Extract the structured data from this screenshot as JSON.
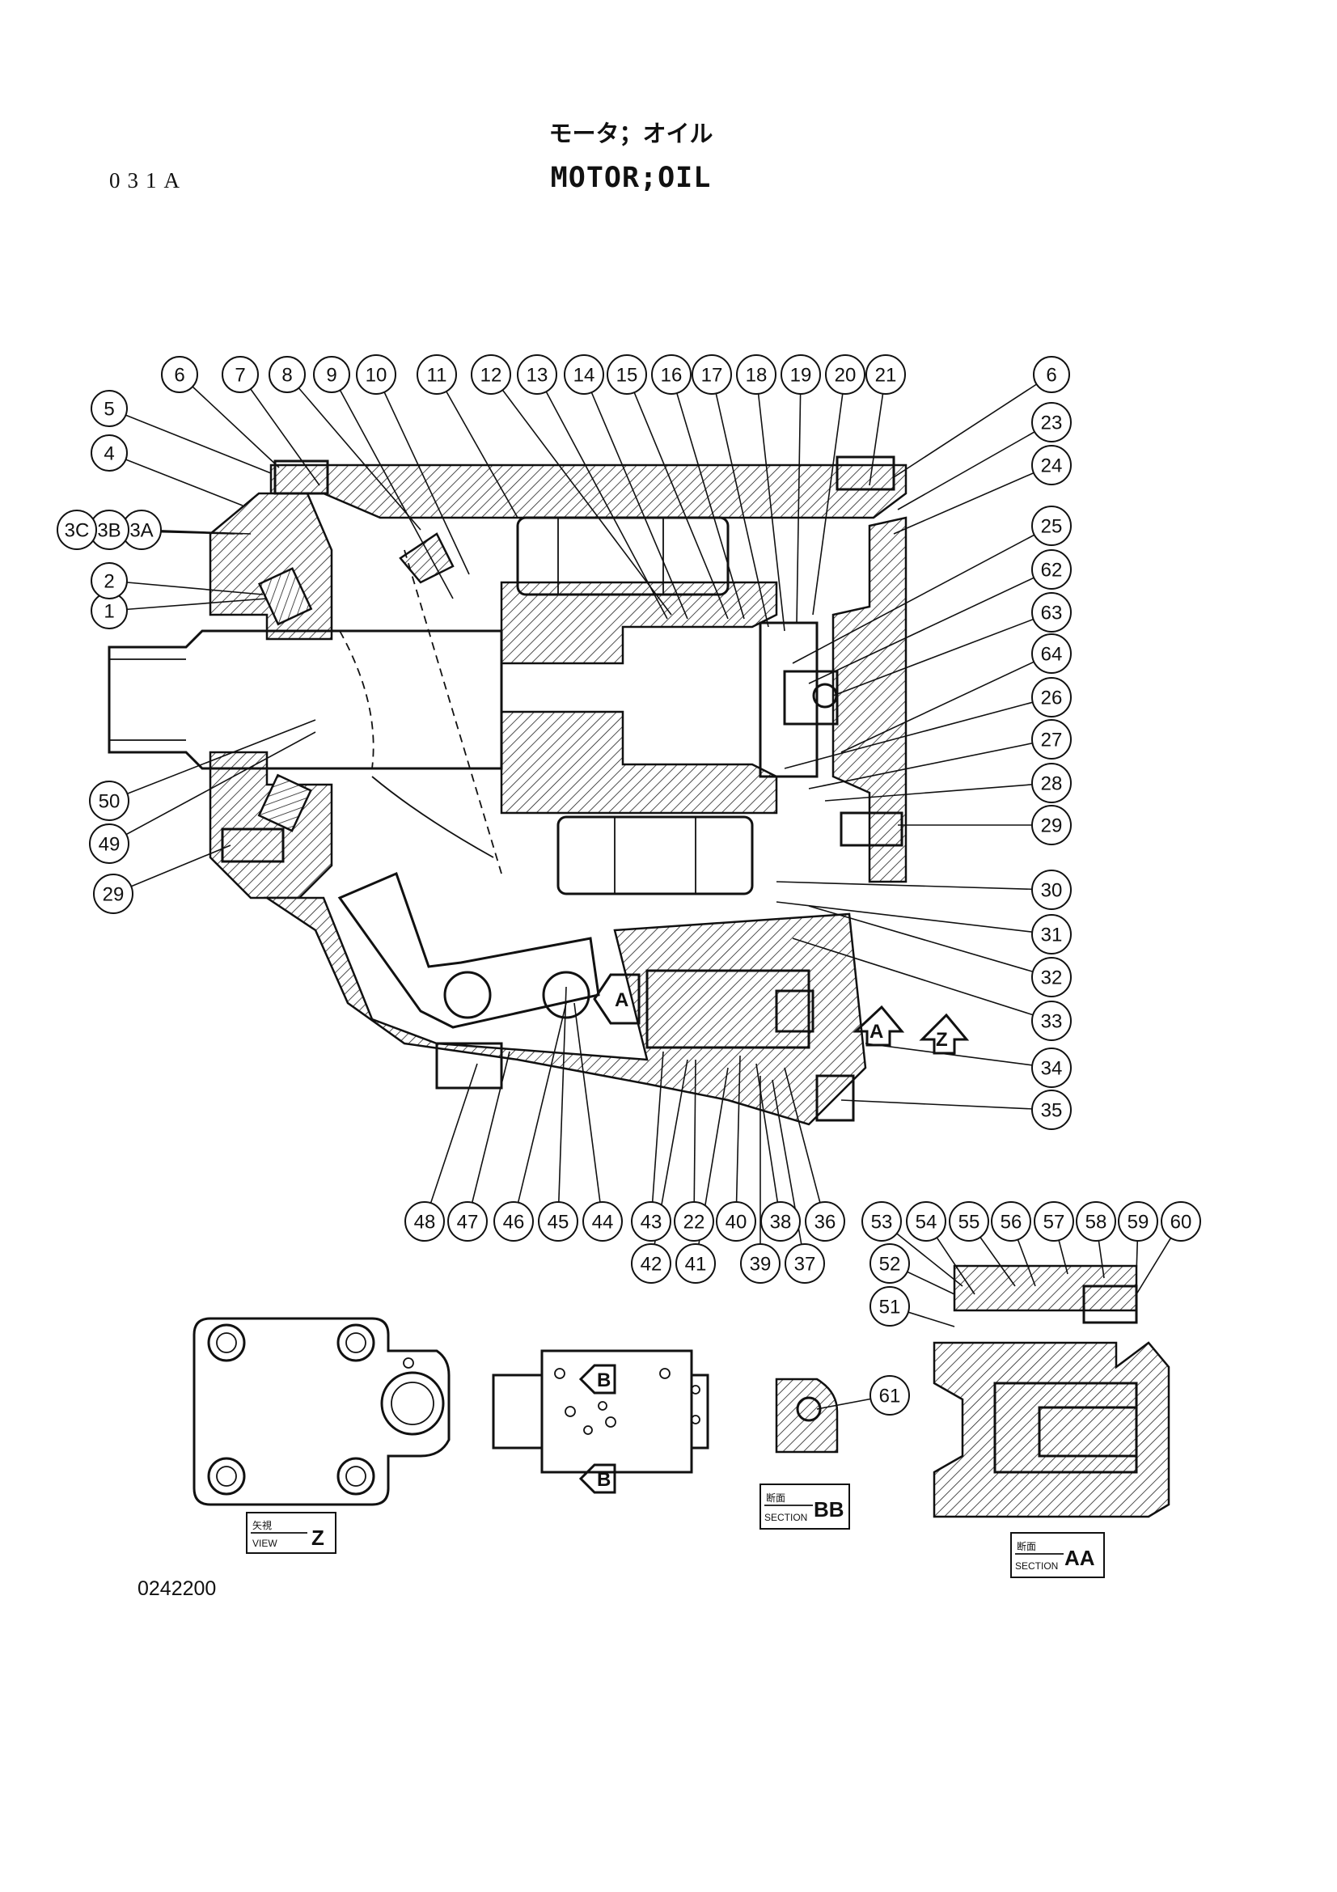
{
  "header": {
    "page_code": "031A",
    "title_jp": "モータ；オイル",
    "title_en": "MOTOR;OIL"
  },
  "drawing_number": "0242200",
  "callouts": [
    "1",
    "2",
    "3A",
    "3B",
    "3C",
    "4",
    "5",
    "6",
    "7",
    "8",
    "9",
    "10",
    "11",
    "12",
    "13",
    "14",
    "15",
    "16",
    "17",
    "18",
    "19",
    "20",
    "21",
    "6",
    "23",
    "24",
    "25",
    "62",
    "63",
    "64",
    "26",
    "27",
    "28",
    "29",
    "29",
    "30",
    "31",
    "32",
    "33",
    "34",
    "35",
    "48",
    "47",
    "46",
    "45",
    "44",
    "43",
    "22",
    "40",
    "38",
    "36",
    "53",
    "54",
    "55",
    "56",
    "57",
    "58",
    "59",
    "60",
    "42",
    "41",
    "39",
    "37",
    "52",
    "51",
    "61",
    "50",
    "49"
  ],
  "view_labels": {
    "view_z": {
      "jp": "矢視",
      "en": "VIEW",
      "letter": "Z"
    },
    "section_bb": {
      "jp": "断面",
      "en": "SECTION",
      "letter": "BB"
    },
    "section_aa": {
      "jp": "断面",
      "en": "SECTION",
      "letter": "AA"
    }
  },
  "arrow_markers": {
    "a1": "A",
    "a2": "A",
    "z": "Z",
    "b1": "B",
    "b2": "B"
  }
}
